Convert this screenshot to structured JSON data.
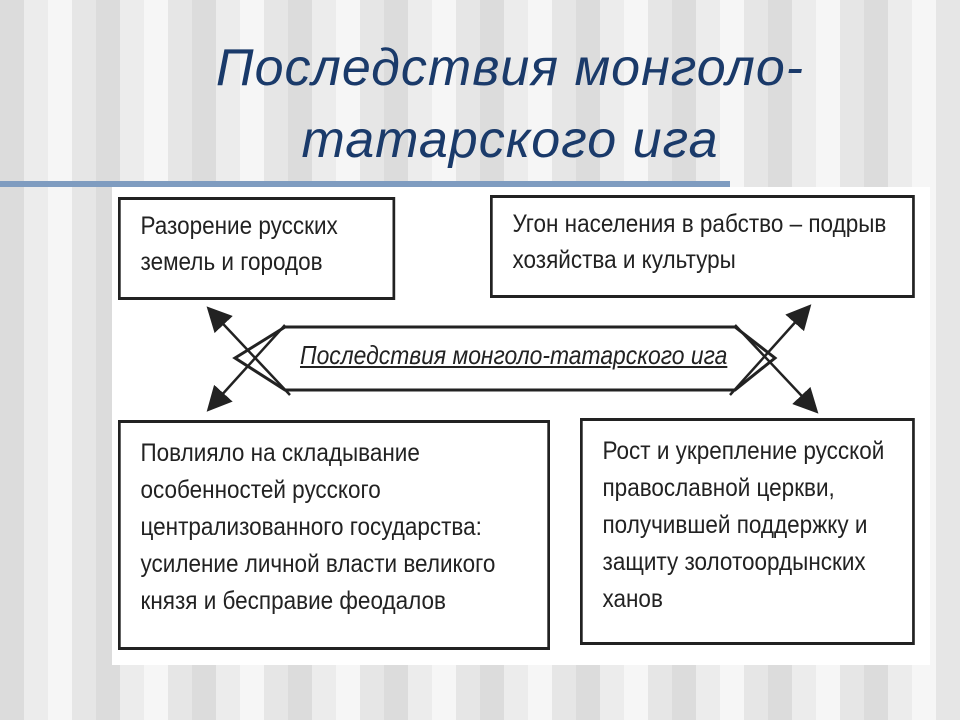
{
  "title": {
    "line1": "Последствия монголо-",
    "line2": "татарского ига"
  },
  "diagram": {
    "center": "Последствия монголо-татарского ига",
    "boxes": [
      "Разорение русских земель и городов",
      "Угон населения в рабство – подрыв хозяйства и культуры",
      "Повлияло на складывание особенностей русского централизованного государства: усиление личной власти великого князя и бесправие феодалов",
      "Рост и укрепление русской православной церкви, получившей поддержку и защиту золотоордынских ханов"
    ]
  }
}
